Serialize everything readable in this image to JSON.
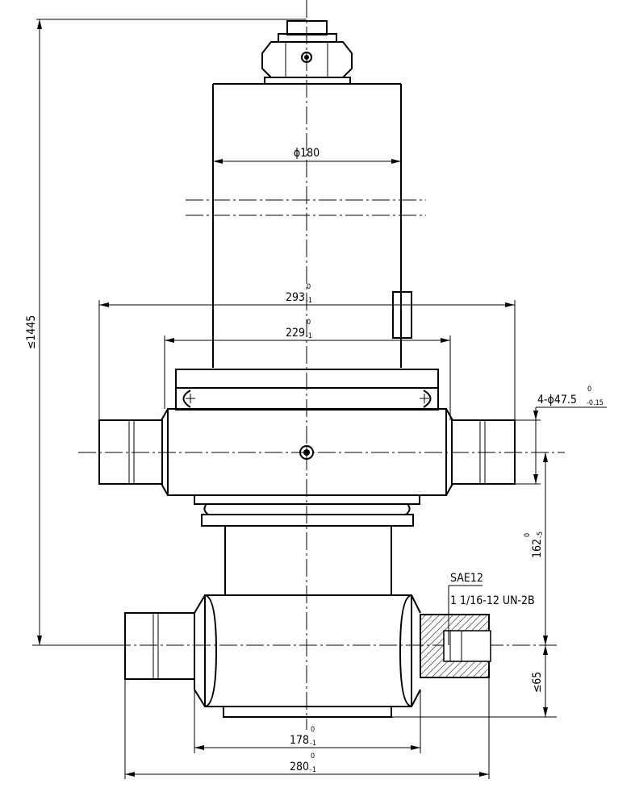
{
  "dimensions": {
    "overall_height": "≤1445",
    "cylinder_diameter": "ϕ180",
    "outer_trunnion_span": {
      "value": "293",
      "upper_tol": "0",
      "lower_tol": "-1"
    },
    "inner_trunnion_span": {
      "value": "229",
      "upper_tol": "0",
      "lower_tol": "-1"
    },
    "trunnion_pins": {
      "value": "4-ϕ47.5",
      "upper_tol": "0",
      "lower_tol": "-0.15"
    },
    "pin_to_base": {
      "value": "162",
      "upper_tol": "0",
      "lower_tol": "-5"
    },
    "base_height": "≤65",
    "base_body_width": {
      "value": "178",
      "upper_tol": "0",
      "lower_tol": "-1"
    },
    "base_overall_width": {
      "value": "280",
      "upper_tol": "0",
      "lower_tol": "-1"
    }
  },
  "port": {
    "standard": "SAE12",
    "thread": "1 1/16-12 UN-2B"
  }
}
